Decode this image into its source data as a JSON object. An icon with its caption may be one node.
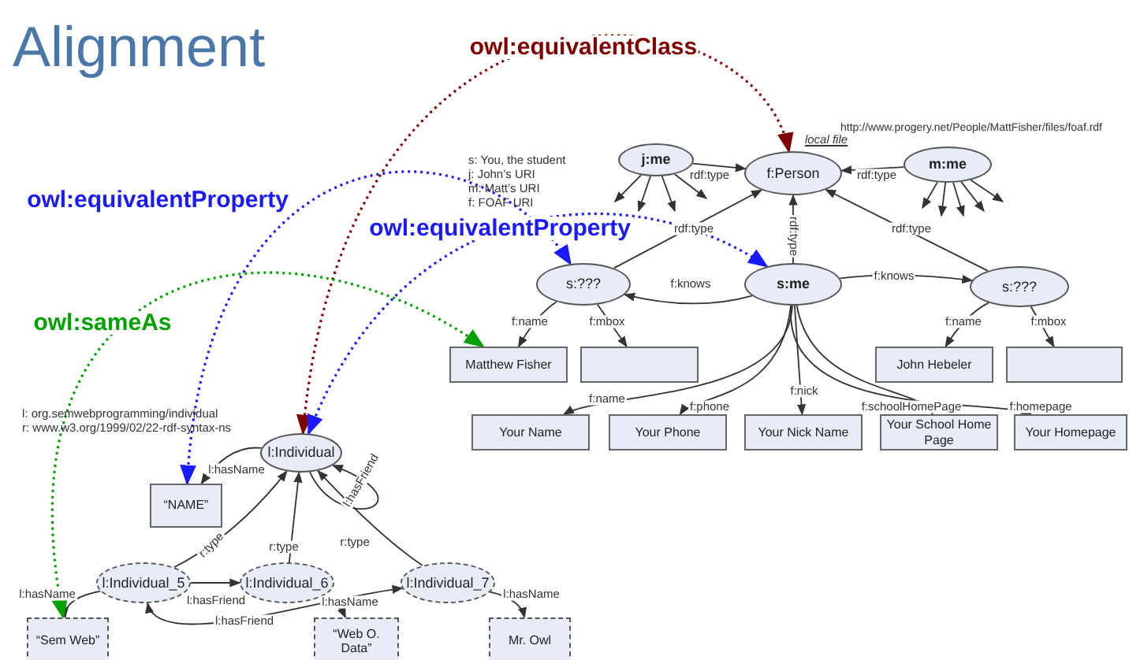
{
  "diagram": {
    "title": "Alignment",
    "nodes": [
      {
        "text": [
          "j:me"
        ]
      },
      {
        "text": [
          "f:Person"
        ],
        "beside": [
          "local file"
        ]
      },
      {
        "text": [
          "m:me"
        ]
      },
      {
        "text": [
          "s:???"
        ]
      },
      {
        "text": [
          "s:me"
        ]
      },
      {
        "text": [
          "s:???"
        ]
      },
      {
        "text": [
          "Matthew Fisher"
        ]
      },
      {
        "text": [],
        "shape": "box"
      },
      {
        "text": [
          "John Hebeler"
        ]
      },
      {
        "text": [],
        "shape": "box"
      },
      {
        "text": [
          "Your Name"
        ]
      },
      {
        "text": [
          "Your Phone"
        ]
      },
      {
        "text": [
          "Your Nick Name"
        ]
      },
      {
        "text": [
          "Your School Home Page"
        ]
      },
      {
        "text": [
          "Your Homepage"
        ]
      },
      {
        "text": [
          "l:Individual"
        ]
      },
      {
        "text": [
          "“NAME”"
        ]
      },
      {
        "text": [
          "l:Individual_5"
        ]
      },
      {
        "text": [
          "l:Individual_6"
        ]
      },
      {
        "text": [
          "l:Individual_7"
        ]
      },
      {
        "text": [
          "“Sem Web”"
        ]
      },
      {
        "text": [
          "“Web O. Data”"
        ]
      },
      {
        "text": [
          "Mr. Owl"
        ]
      }
    ],
    "edges": [
      {
        "from": 0,
        "to": 1,
        "arrow": "to",
        "label": "rdf:type"
      },
      {
        "from": 2,
        "to": 1,
        "arrow": "to",
        "label": "rdf:type"
      },
      {
        "from": 3,
        "to": 1,
        "arrow": "to",
        "label": "rdf:type"
      },
      {
        "from": 4,
        "to": 1,
        "arrow": "to",
        "label": "rdf:type"
      },
      {
        "from": 5,
        "to": 1,
        "arrow": "to",
        "label": "rdf:type"
      },
      {
        "from": 4,
        "to": 3,
        "arrow": "to",
        "label": "f:knows"
      },
      {
        "from": 4,
        "to": 5,
        "arrow": "to",
        "label": "f:knows"
      },
      {
        "from": 3,
        "to": 6,
        "arrow": "to",
        "label": "f:name"
      },
      {
        "from": 3,
        "to": 7,
        "arrow": "to",
        "label": "f:mbox"
      },
      {
        "from": 5,
        "to": 8,
        "arrow": "to",
        "label": "f:name"
      },
      {
        "from": 5,
        "to": 9,
        "arrow": "to",
        "label": "f:mbox"
      },
      {
        "from": 4,
        "to": 10,
        "arrow": "to",
        "label": "f:name"
      },
      {
        "from": 4,
        "to": 11,
        "arrow": "to",
        "label": "f:phone"
      },
      {
        "from": 4,
        "to": 12,
        "arrow": "to",
        "label": "f:nick"
      },
      {
        "from": 4,
        "to": 13,
        "arrow": "to",
        "label": "f:schoolHomePage"
      },
      {
        "from": 4,
        "to": 14,
        "arrow": "to",
        "label": "f:homepage"
      },
      {
        "from": 15,
        "to": 16,
        "arrow": "to",
        "label": "l:hasName"
      },
      {
        "from": 15,
        "to": 15,
        "arrow": "to",
        "label": "l:hasFriend"
      },
      {
        "from": 17,
        "to": 15,
        "arrow": "to",
        "label": "r:type"
      },
      {
        "from": 18,
        "to": 15,
        "arrow": "to",
        "label": "r:type"
      },
      {
        "from": 19,
        "to": 15,
        "arrow": "to",
        "label": "r:type"
      },
      {
        "from": 17,
        "to": 20,
        "arrow": "to",
        "label": "l:hasName"
      },
      {
        "from": 17,
        "to": 18,
        "arrow": "to",
        "label": "l:hasFriend"
      },
      {
        "from": 17,
        "to": 19,
        "arrow": "both",
        "label": "l:hasFriend"
      },
      {
        "from": 18,
        "to": 21,
        "arrow": "to",
        "label": "l:hasName"
      },
      {
        "from": 19,
        "to": 22,
        "arrow": "to",
        "label": "l:hasName"
      },
      {
        "from": 0,
        "to": null,
        "arrow": "to"
      },
      {
        "from": 0,
        "to": null,
        "arrow": "to"
      },
      {
        "from": 0,
        "to": null,
        "arrow": "to"
      },
      {
        "from": 0,
        "to": null,
        "arrow": "to"
      },
      {
        "from": 2,
        "to": null,
        "arrow": "to"
      },
      {
        "from": 2,
        "to": null,
        "arrow": "to"
      },
      {
        "from": 2,
        "to": null,
        "arrow": "to"
      },
      {
        "from": 2,
        "to": null,
        "arrow": "to"
      },
      {
        "from": 2,
        "to": null,
        "arrow": "to"
      },
      {
        "from": 1,
        "to": 15,
        "arrow": "both",
        "label": "owl:equivalentClass",
        "style": "dashed",
        "color": "#800000"
      },
      {
        "from": 16,
        "to": 3,
        "arrow": "both",
        "label": "owl:equivalentProperty",
        "style": "dashed",
        "color": "#1a1aff"
      },
      {
        "from": 15,
        "to": 4,
        "arrow": "both",
        "label": "owl:equivalentProperty",
        "style": "dashed",
        "color": "#1a1aff"
      },
      {
        "from": 20,
        "to": 6,
        "arrow": "both",
        "label": "owl:sameAs",
        "style": "dashed",
        "color": "#00a000"
      }
    ],
    "labels": [
      "http://www.progery.net/People/MattFisher/files/foaf.rdf",
      "s: You, the student",
      "j: John’s URI",
      "m: Matt’s URI",
      "f: FOAF URI",
      "l: org.semwebprogramming/individual",
      "r: www.w3.org/1999/02/22-rdf-syntax-ns"
    ]
  }
}
